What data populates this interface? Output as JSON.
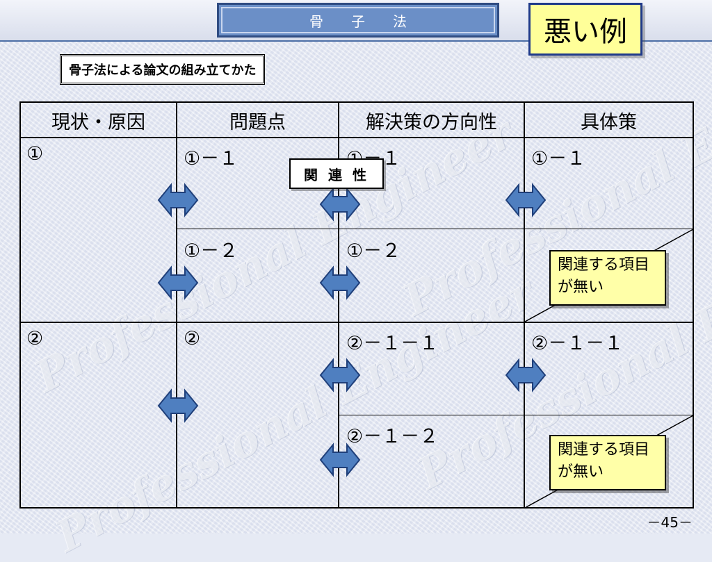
{
  "header": {
    "title": "骨子法",
    "badge": "悪い例"
  },
  "subtitle": "骨子法による論文の組み立てかた",
  "table": {
    "headers": [
      "現状・原因",
      "問題点",
      "解決策の方向性",
      "具体策"
    ],
    "cells": {
      "c1_r1": "①",
      "c1_r2": "②",
      "c2_r1": "①－１",
      "c2_r2": "①－２",
      "c2_r3": "②",
      "c3_r1": "①－１",
      "c3_r2": "①－２",
      "c3_r3": "②－１－１",
      "c3_r4": "②－１－２",
      "c4_r1": "①－１",
      "c4_r3": "②－１－１"
    }
  },
  "relation_label": "関 連 性",
  "notes": {
    "no_relation_1": "関連する項目が無い",
    "no_relation_2": "関連する項目が無い"
  },
  "watermark_text": "Professional Engineer",
  "page_number": "－45－",
  "colors": {
    "title_bg": "#6b8fc7",
    "badge_bg": "#ffff99",
    "note_bg": "#ffffa8",
    "arrow_fill": "#4f7fc0"
  }
}
